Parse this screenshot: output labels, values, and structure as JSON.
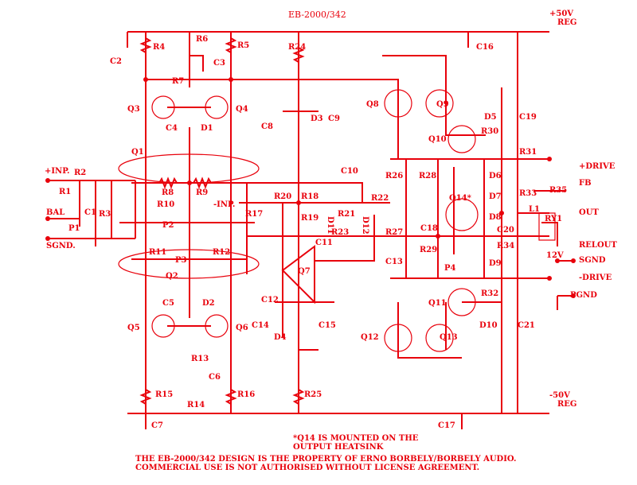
{
  "title": "EB-2000/342",
  "rails": {
    "pos_label": "+50V",
    "pos_sub": "REG",
    "neg_label": "-50V",
    "neg_sub": "REG"
  },
  "components": [
    "C2",
    "R4",
    "R6",
    "R5",
    "R24",
    "C16",
    "C3",
    "R7",
    "Q3",
    "Q4",
    "C4",
    "D1",
    "Q1",
    "C8",
    "D3",
    "C9",
    "Q8",
    "Q9",
    "D5",
    "C19",
    "R30",
    "Q10",
    "R31",
    "C10",
    "R26",
    "R28",
    "D6",
    "Q14*",
    "D7",
    "R33",
    "R35",
    "R2",
    "R1",
    "R8",
    "R9",
    "R20",
    "R18",
    "R22",
    "R17",
    "R19",
    "R21",
    "D11",
    "D12",
    "C1",
    "R3",
    "R10",
    "C18",
    "D8",
    "L1",
    "RY1",
    "P1",
    "P2",
    "R23",
    "R27",
    "C20",
    "R34",
    "C11",
    "R11",
    "P3",
    "R12",
    "R29",
    "C13",
    "D9",
    "Q7",
    "P4",
    "Q2",
    "C12",
    "C5",
    "D2",
    "Q11",
    "R32",
    "D10",
    "C21",
    "C14",
    "C15",
    "Q5",
    "Q6",
    "Q12",
    "Q13",
    "D4",
    "R13",
    "C6",
    "R15",
    "R16",
    "R14",
    "R25",
    "C7",
    "C17",
    "12V"
  ],
  "terminals": {
    "pos_inp": "+INP.",
    "neg_inp": "-INP.",
    "bal": "BAL",
    "sgnd_left": "SGND.",
    "pos_drive": "+DRIVE",
    "fb": "FB",
    "out": "OUT",
    "relout": "RELOUT",
    "sgnd_right": "SGND",
    "neg_drive": "-DRIVE",
    "pgnd": "PGND"
  },
  "notes": {
    "q14": "*Q14 IS MOUNTED ON THE\nOUTPUT HEATSINK",
    "copyright": "THE EB-2000/342 DESIGN IS THE PROPERTY OF ERNO BORBELY/BORBELY AUDIO.\nCOMMERCIAL USE IS NOT AUTHORISED WITHOUT LICENSE AGREEMENT."
  },
  "colors": {
    "ink": "#e8000b",
    "background": "#ffffff"
  }
}
